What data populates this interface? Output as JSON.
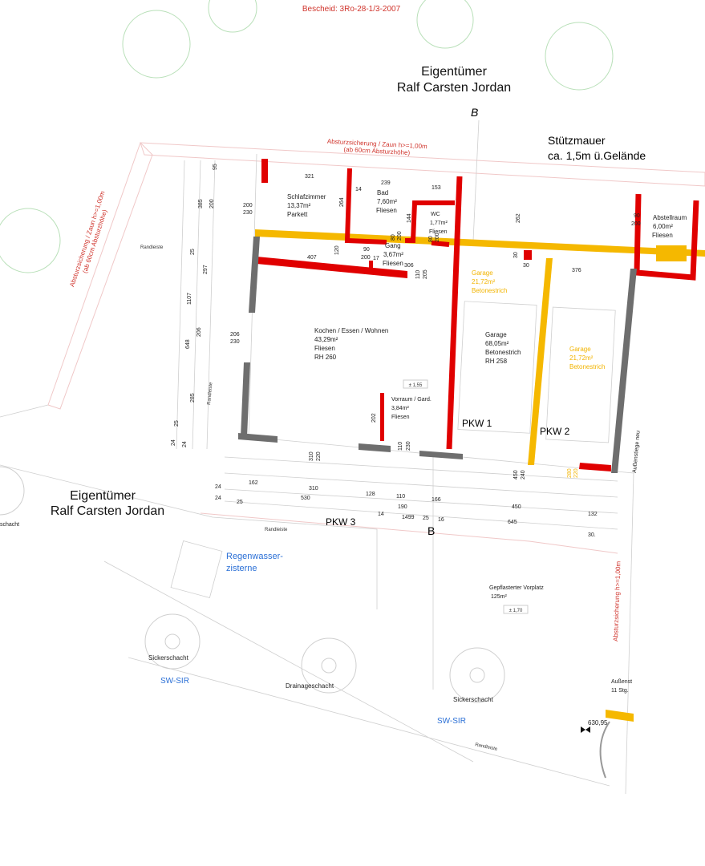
{
  "header": {
    "permit": "Bescheid: 3Ro-28-1/3-2007"
  },
  "owners": {
    "top": {
      "line1": "Eigentümer",
      "line2": "Ralf Carsten Jordan"
    },
    "left": {
      "line1": "Eigentümer",
      "line2": "Ralf Carsten Jordan"
    }
  },
  "section_marks": {
    "top": "B",
    "bottom": "B"
  },
  "annotations": {
    "fall_protection_top_1": "Absturzsicherung / Zaun h>=1,00m",
    "fall_protection_top_2": "(ab 60cm Absturzhöhe)",
    "fall_protection_left_1": "Absturzsicherung / Zaun h>=1,00m",
    "fall_protection_left_2": "(ab 60cm Absturzhöhe)",
    "fall_protection_right": "Absturzsicherung h>=1,00m",
    "retaining_wall_1": "Stützmauer",
    "retaining_wall_2": "ca. 1,5m ü.Gelände",
    "edge_strip": "Randleiste",
    "outdoor_stairs_vertical": "Außenstiege neu",
    "outdoor_stairs_1": "Außenst",
    "outdoor_stairs_2": "11 Stg.",
    "elevation": "630,95",
    "level_1": "± 1,55",
    "level_2": "± 1,70"
  },
  "rooms": [
    {
      "name": "Schlafzimmer",
      "area": "13,37m²",
      "floor": "Parkett"
    },
    {
      "name": "Bad",
      "area": "7,60m²",
      "floor": "Fliesen"
    },
    {
      "name": "WC",
      "area": "1,77m²",
      "floor": "Fliesen"
    },
    {
      "name": "Gang",
      "area": "3,67m²",
      "floor": "Fliesen"
    },
    {
      "name": "Abstellraum",
      "area": "6,00m²",
      "floor": "Fliesen"
    },
    {
      "name": "Kochen / Essen / Wohnen",
      "area": "43,29m²",
      "floor": "Fliesen",
      "height": "RH 260"
    },
    {
      "name": "Vorraum / Gard.",
      "area": "3,84m²",
      "floor": "Fliesen"
    },
    {
      "name": "Garage",
      "area": "68,05m²",
      "floor": "Betonestrich",
      "height": "RH 258"
    },
    {
      "name": "Garage",
      "area": "21,72m²",
      "floor": "Betonestrich"
    },
    {
      "name": "Garage",
      "area": "21,72m²",
      "floor": "Betonestrich"
    },
    {
      "name": "Gepflasterter Vorplatz",
      "area": "125m²"
    }
  ],
  "parking": {
    "p1": "PKW 1",
    "p2": "PKW 2",
    "p3": "PKW 3"
  },
  "utilities": {
    "cistern_1": "Regenwasser-",
    "cistern_2": "zisterne",
    "soakaway": "Sickerschacht",
    "soakaway_2": "Sickerschacht",
    "soakaway_left": "schacht",
    "drain": "Drainageschacht",
    "sw_sir_1": "SW-SIR",
    "sw_sir_2": "SW-SIR"
  },
  "dimensions": {
    "d321": "321",
    "d239": "239",
    "d153": "153",
    "d14": "14",
    "d264": "264",
    "d144": "144",
    "d262": "262",
    "d407": "407",
    "d120": "120",
    "d90": "90",
    "d200": "200",
    "d17": "17",
    "d306": "306",
    "d110": "110",
    "d205": "205",
    "d30a": "30",
    "d30b": "30",
    "d376": "376",
    "d80a": "80",
    "d200a": "200",
    "d80b": "80",
    "d200b": "200",
    "d90r": "90",
    "d200r": "200",
    "d200l": "200",
    "d230l": "230",
    "d206l": "206",
    "d230l2": "230",
    "d95": "95",
    "d385": "385",
    "d200v": "200",
    "d25v": "25",
    "d297": "297",
    "d1107": "1107",
    "d648": "648",
    "d206": "206",
    "d285": "285",
    "d25b": "25",
    "d24a": "24",
    "d24b": "24",
    "d202": "202",
    "d110b": "110",
    "d230b": "230",
    "d310v": "310",
    "d220v": "220",
    "d450v": "450",
    "d240v": "240",
    "d280v": "280",
    "d220y": "220",
    "r24a": "24",
    "r162": "162",
    "r310": "310",
    "r128": "128",
    "r110": "110",
    "r166": "166",
    "r24b": "24",
    "r25": "25",
    "r530": "530",
    "r190": "190",
    "r450": "450",
    "r132": "132",
    "r14": "14",
    "r1499": "1499",
    "r25b": "25",
    "r16": "16",
    "r645": "645",
    "r30": "30."
  },
  "colors": {
    "wall_new": "#e00000",
    "wall_garage": "#f5b800",
    "wall_existing": "#6e6e6e",
    "annotation": "#d0342c",
    "utility": "#2a6fd6"
  }
}
